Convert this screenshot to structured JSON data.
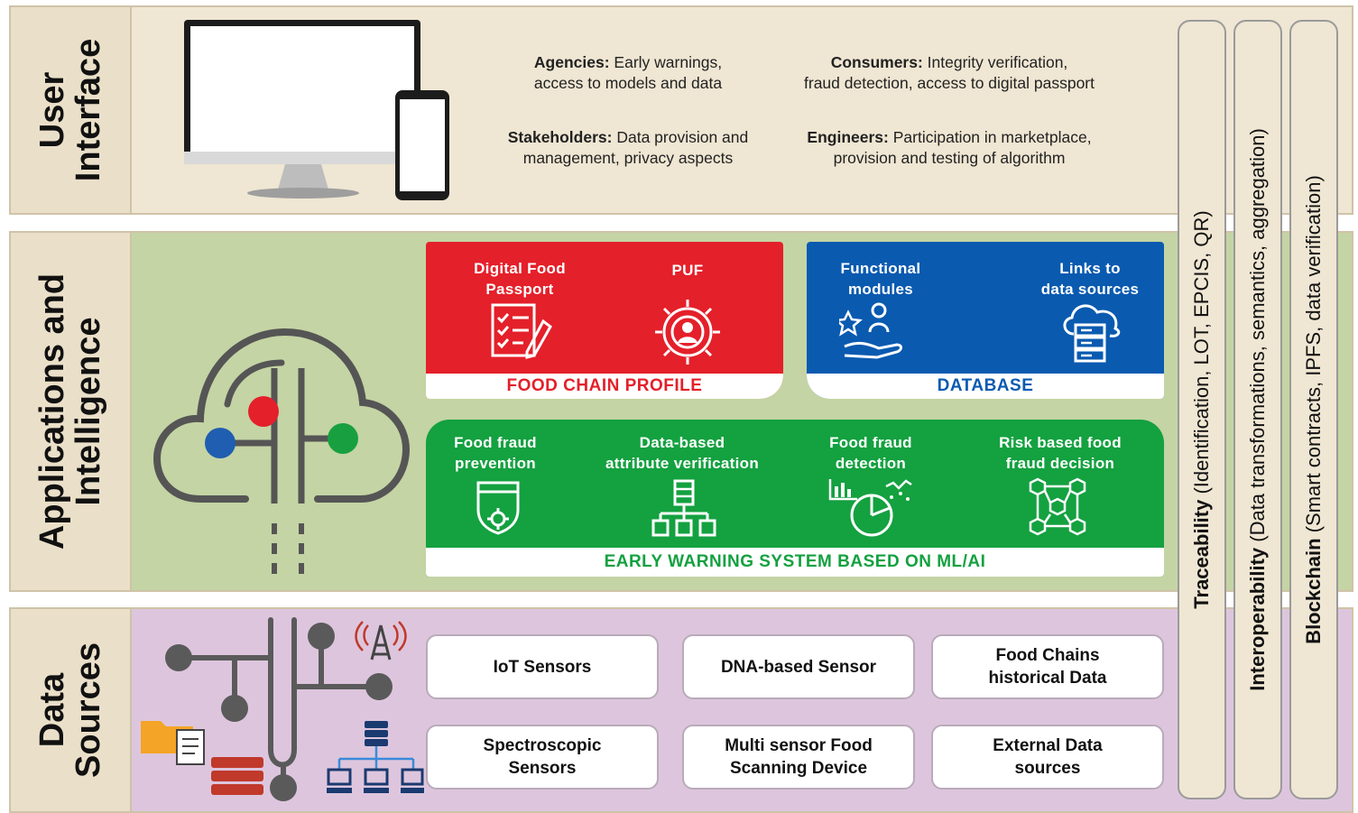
{
  "user_interface": {
    "title_line1": "User",
    "title_line2": "Interface",
    "agencies": {
      "label": "Agencies:",
      "line1_rest": " Early warnings,",
      "line2": "access to models and data"
    },
    "consumers": {
      "label": "Consumers:",
      "line1_rest": " Integrity verification,",
      "line2": "fraud detection, access to digital passport"
    },
    "stakeholders": {
      "label": "Stakeholders:",
      "line1_rest": " Data provision and",
      "line2": "management, privacy aspects"
    },
    "engineers": {
      "label": "Engineers:",
      "line1_rest": " Participation in marketplace,",
      "line2": "provision and testing of algorithm"
    }
  },
  "applications": {
    "title_line1": "Applications and",
    "title_line2": "Intelligence",
    "food_chain_profile": {
      "footer": "FOOD CHAIN PROFILE",
      "m1_line1": "Digital Food",
      "m1_line2": "Passport",
      "m2": "PUF",
      "color": "#e4202a"
    },
    "database": {
      "footer": "DATABASE",
      "m1_line1": "Functional",
      "m1_line2": "modules",
      "m2_line1": "Links to",
      "m2_line2": "data sources",
      "color": "#0a5ab0"
    },
    "early_warning": {
      "footer": "EARLY WARNING SYSTEM BASED ON ML/AI",
      "m1_line1": "Food fraud",
      "m1_line2": "prevention",
      "m2_line1": "Data-based",
      "m2_line2": "attribute verification",
      "m3_line1": "Food fraud",
      "m3_line2": "detection",
      "m4_line1": "Risk based food",
      "m4_line2": "fraud decision",
      "color": "#14a140"
    }
  },
  "data_sources": {
    "title_line1": "Data",
    "title_line2": "Sources",
    "boxes": [
      {
        "line1": "IoT Sensors",
        "line2": ""
      },
      {
        "line1": "DNA-based Sensor",
        "line2": ""
      },
      {
        "line1": "Food Chains",
        "line2": "historical Data"
      },
      {
        "line1": "Spectroscopic",
        "line2": "Sensors"
      },
      {
        "line1": "Multi sensor Food",
        "line2": "Scanning Device"
      },
      {
        "line1": "External Data",
        "line2": "sources"
      }
    ]
  },
  "cross_cutting": {
    "traceability": {
      "bold": "Traceability",
      "rest": " (Identification, LOT, EPCIS, QR)"
    },
    "interoperability": {
      "bold": "Interoperability",
      "rest": " (Data transformations, semantics, aggregation)"
    },
    "blockchain": {
      "bold": "Blockchain",
      "rest": " (Smart contracts, IPFS, data verification)"
    }
  }
}
